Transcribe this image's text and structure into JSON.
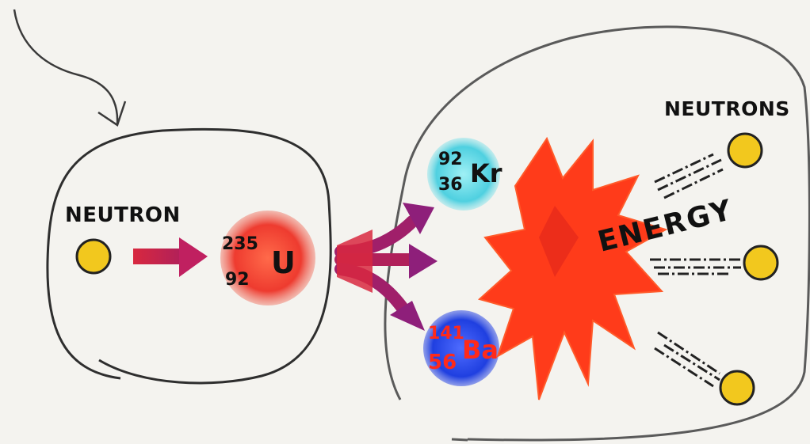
{
  "diagram": {
    "labels": {
      "neutron": "NEUTRON",
      "neutrons": "NEUTRONS",
      "energy": "ENERGY"
    },
    "uranium": {
      "mass": "235",
      "atomic": "92",
      "symbol": "U"
    },
    "krypton": {
      "mass": "92",
      "atomic": "36",
      "symbol": "Kr"
    },
    "barium": {
      "mass": "141",
      "atomic": "56",
      "symbol": "Ba"
    }
  },
  "colors": {
    "paper": "#f4f3ef",
    "outline": "#3a3a3a",
    "neutron": "#f2c81e",
    "uranium": "#ee3b2f",
    "krypton": "#4fd0e0",
    "barium": "#1f3fe0",
    "arrow_red": "#d8283f",
    "arrow_purple": "#8e1f7a",
    "explosion": "#ff3b1a"
  }
}
